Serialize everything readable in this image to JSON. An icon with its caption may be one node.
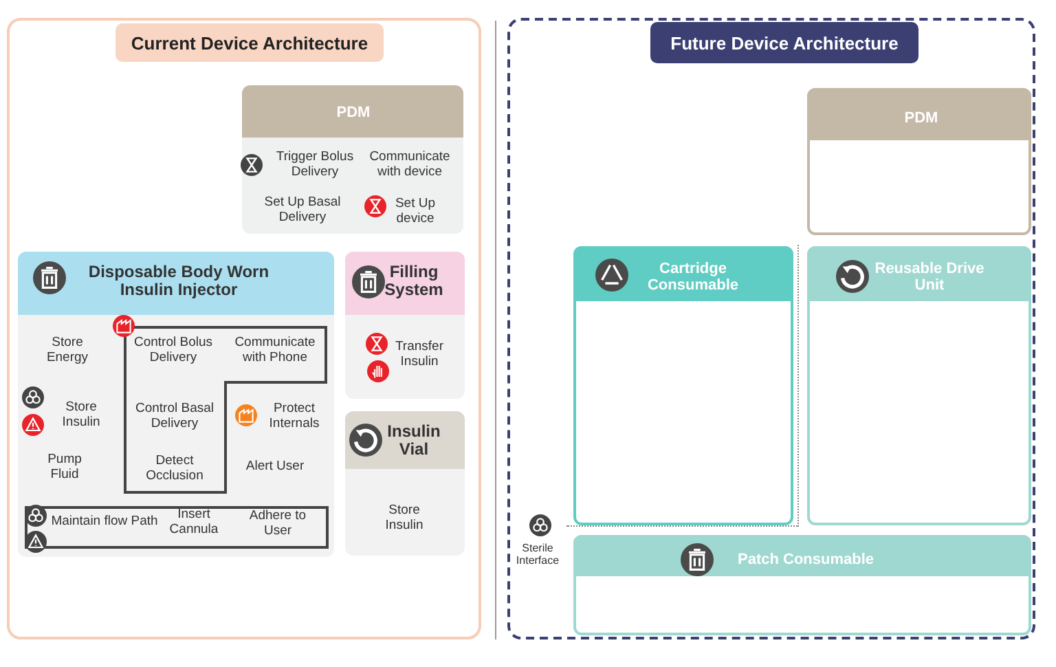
{
  "diagram": {
    "nodes": [
      {
        "text": [
          "Current Device Architecture"
        ]
      },
      {
        "text": [
          "PDM",
          "Trigger Bolus Delivery",
          "Communicate with device",
          "Set Up Basal Delivery",
          "Set Up device"
        ],
        "in": 0
      },
      {
        "text": [
          "Disposable Body Worn Insulin Injector",
          "Store Energy",
          "Store Insulin",
          "Protect Internals",
          "Pump Fluid",
          "Alert User"
        ],
        "in": 0
      },
      {
        "text": [
          "Control Bolus Delivery",
          "Communicate with Phone",
          "Control Basal Delivery",
          "Detect Occlusion"
        ],
        "in": 2
      },
      {
        "text": [
          "Maintain flow Path",
          "Insert Cannula",
          "Adhere to User"
        ],
        "in": 2
      },
      {
        "text": [
          "Filling System",
          "Transfer Insulin"
        ],
        "in": 0
      },
      {
        "text": [
          "Insulin Vial",
          "Store Insulin"
        ],
        "in": 0
      },
      {
        "text": [
          "Future Device Architecture"
        ]
      },
      {
        "text": [
          "PDM"
        ],
        "in": 7
      },
      {
        "text": [
          "Cartridge Consumable"
        ],
        "in": 7
      },
      {
        "text": [
          "Reusable Drive Unit"
        ],
        "in": 7
      },
      {
        "text": [
          "Patch Consumable"
        ],
        "in": 7
      }
    ],
    "labels": [
      "Sterile Interface"
    ]
  }
}
